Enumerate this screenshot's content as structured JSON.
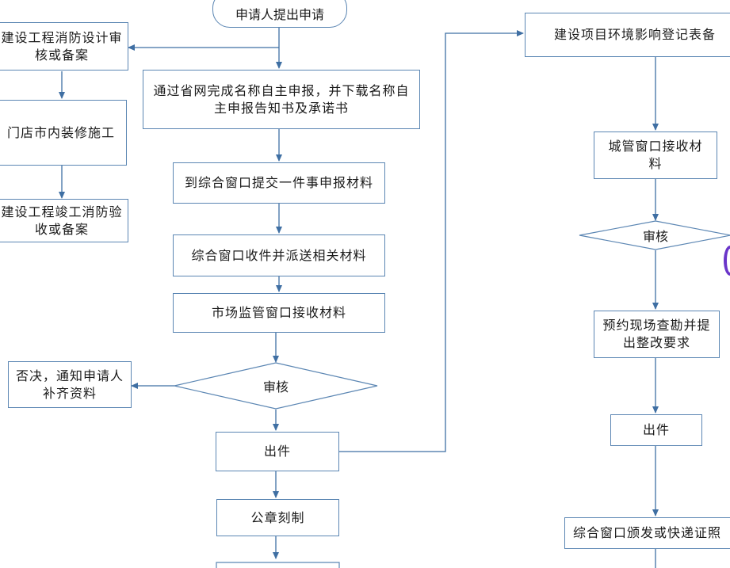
{
  "title": "申请人提出申请",
  "left": {
    "fire_design": "建设工程消防设计审核或备案",
    "renovation": "门店市内装修施工",
    "fire_acceptance": "建设工程竣工消防验收或备案"
  },
  "center": {
    "online_declare": "通过省网完成名称自主申报，并下载名称自主申报告知书及承诺书",
    "submit": "到综合窗口提交一件事申报材料",
    "receive_dispatch": "综合窗口收件并派送相关材料",
    "market_receive": "市场监管窗口接收材料",
    "review": "审核",
    "reject": "否决，通知申请人补齐资料",
    "issue": "出件",
    "seal": "公章刻制"
  },
  "right": {
    "env_register": "建设项目环境影响登记表备",
    "urban_receive": "城管窗口接收材料",
    "review": "审核",
    "inspection": "预约现场查勘并提出整改要求",
    "issue": "出件",
    "deliver": "综合窗口颁发或快递证照"
  },
  "colors": {
    "line": "#3f6fa3",
    "border": "#5b86b3",
    "accent": "#6a35c9"
  }
}
